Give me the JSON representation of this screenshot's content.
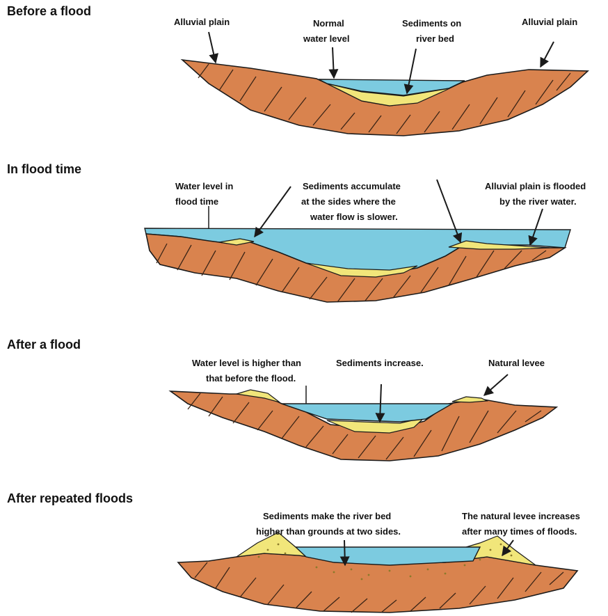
{
  "colors": {
    "ground": "#d9834e",
    "water": "#7ccbe0",
    "sediment": "#f1e67a",
    "outline": "#1a1a1a"
  },
  "panels": [
    {
      "title": "Before a flood",
      "labels": {
        "alluvial_left": "Alluvial plain",
        "normal_1": "Normal",
        "normal_2": "water level",
        "sed_1": "Sediments on",
        "sed_2": "river bed",
        "alluvial_right": "Alluvial plain"
      }
    },
    {
      "title": "In flood  time",
      "labels": {
        "wl_1": "Water level in",
        "wl_2": "flood time",
        "acc_1": "Sediments accumulate",
        "acc_2": "at the sides where the",
        "acc_3": "water flow is slower.",
        "fl_1": "Alluvial plain is flooded",
        "fl_2": "by the river water."
      }
    },
    {
      "title": "After a flood",
      "labels": {
        "hi_1": "Water  level is higher than",
        "hi_2": "that before the flood.",
        "inc": "Sediments increase.",
        "levee": "Natural levee"
      }
    },
    {
      "title": "After repeated floods",
      "labels": {
        "bed_1": "Sediments make the river bed",
        "bed_2": "higher than grounds at two sides.",
        "lev_1": "The natural levee increases",
        "lev_2": "after many times of floods."
      }
    }
  ]
}
